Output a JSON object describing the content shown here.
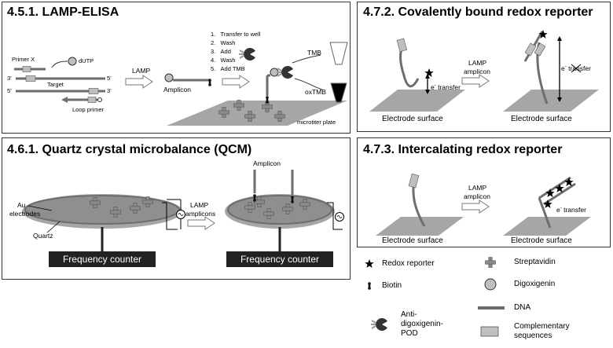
{
  "panels": {
    "lamp_elisa": {
      "title": "4.5.1. LAMP-ELISA",
      "primer_x": "Primer X",
      "dutp": "dUTP",
      "target": "Target",
      "three_prime_a": "3’",
      "five_prime_a": "5’",
      "five_prime_b": "5’",
      "three_prime_b": "3’",
      "loop_primer": "Loop primer",
      "lamp": "LAMP",
      "amplicon": "Amplicon",
      "steps": [
        "Transfer to well",
        "Wash",
        "Add",
        "Wash",
        "Add TMB"
      ],
      "step_numbers": [
        "1.",
        "2.",
        "3.",
        "4.",
        "5."
      ],
      "tmb": "TMB",
      "oxtmb": "oxTMB",
      "plate": "microtiter plate"
    },
    "covalent": {
      "title": "4.7.2. Covalently bound redox reporter",
      "electrode1": "Electrode surface",
      "electrode2": "Electrode surface",
      "lamp_amplicon_line1": "LAMP",
      "lamp_amplicon_line2": "amplicon",
      "e_transfer_1": "e",
      "e_transfer_1_rest": " transfer",
      "e_transfer_2": "e",
      "e_transfer_2_rest": " transfer"
    },
    "qcm": {
      "title": "4.6.1. Quartz crystal microbalance (QCM)",
      "au_line1": "Au",
      "au_line2": "electrodes",
      "quartz": "Quartz",
      "lamp_line1": "LAMP",
      "lamp_line2": "amplicons",
      "amplicon": "Amplicon",
      "freq1": "Frequency counter",
      "freq2": "Frequency counter"
    },
    "intercalating": {
      "title": "4.7.3. Intercalating redox reporter",
      "lamp_amplicon_line1": "LAMP",
      "lamp_amplicon_line2": "amplicon",
      "e_transfer": "e",
      "e_transfer_rest": " transfer",
      "electrode1": "Electrode surface",
      "electrode2": "Electrode surface"
    }
  },
  "legend": {
    "redox_reporter": "Redox reporter",
    "streptavidin": "Streptavidin",
    "biotin": "Biotin",
    "digoxigenin": "Digoxigenin",
    "anti_dig_line1": "Anti-",
    "anti_dig_line2": "digoxigenin-",
    "anti_dig_line3": "POD",
    "dna": "DNA",
    "complementary_line1": "Complementary",
    "complementary_line2": "sequences"
  },
  "colors": {
    "strand": "#6e6e6e",
    "surface": "#a6a6a6",
    "comp_seq": "#bfbfbf",
    "counter": "#222222"
  }
}
